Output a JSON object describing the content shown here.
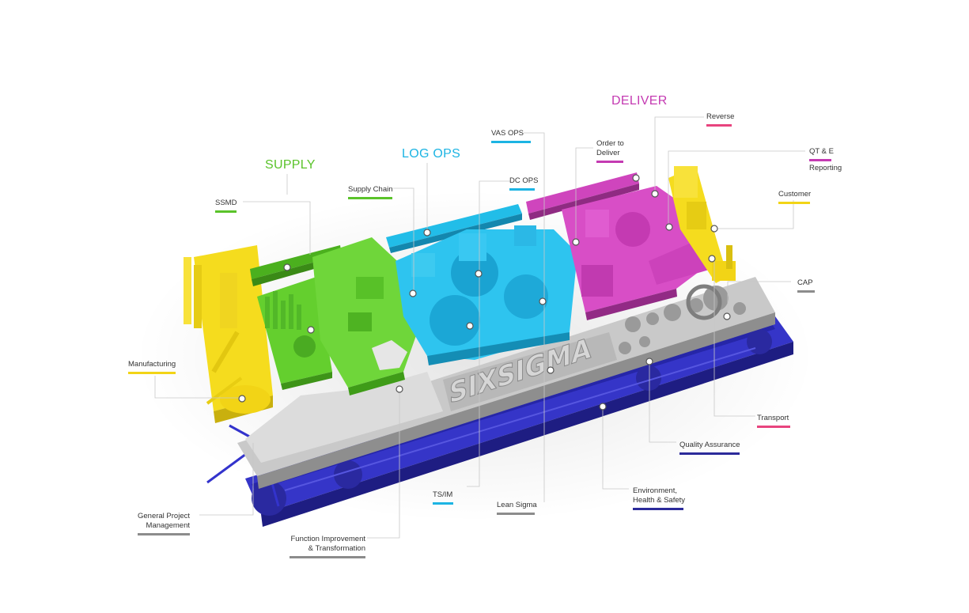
{
  "colors": {
    "supply": "#5ac32a",
    "logops": "#1cb4e3",
    "deliver": "#c43ab2",
    "yellow": "#f2d416",
    "gray": "#8c8c8c",
    "navy": "#2b2a9a",
    "transport": "#e8447e",
    "leader": "#c8c8c8"
  },
  "headings": {
    "supply": "SUPPLY",
    "logops": "LOG OPS",
    "deliver": "DELIVER"
  },
  "platform_text": "SIXSIGMA",
  "labels": {
    "ssmd": "SSMD",
    "supply_chain": "Supply Chain",
    "vas_ops": "VAS OPS",
    "dc_ops": "DC OPS",
    "order_to_deliver": [
      "Order to",
      "Deliver"
    ],
    "reverse": "Reverse",
    "qt_e": "QT & E",
    "reporting": "Reporting",
    "customer": "Customer",
    "cap": "CAP",
    "manufacturing": "Manufacturing",
    "transport": "Transport",
    "quality_assurance": "Quality Assurance",
    "environment": [
      "Environment,",
      "Health & Safety"
    ],
    "lean_sigma": "Lean Sigma",
    "ts_im": "TS/IM",
    "function_improvement": [
      "Function Improvement",
      "& Transformation"
    ],
    "general_project": [
      "General Project",
      "Management"
    ]
  }
}
